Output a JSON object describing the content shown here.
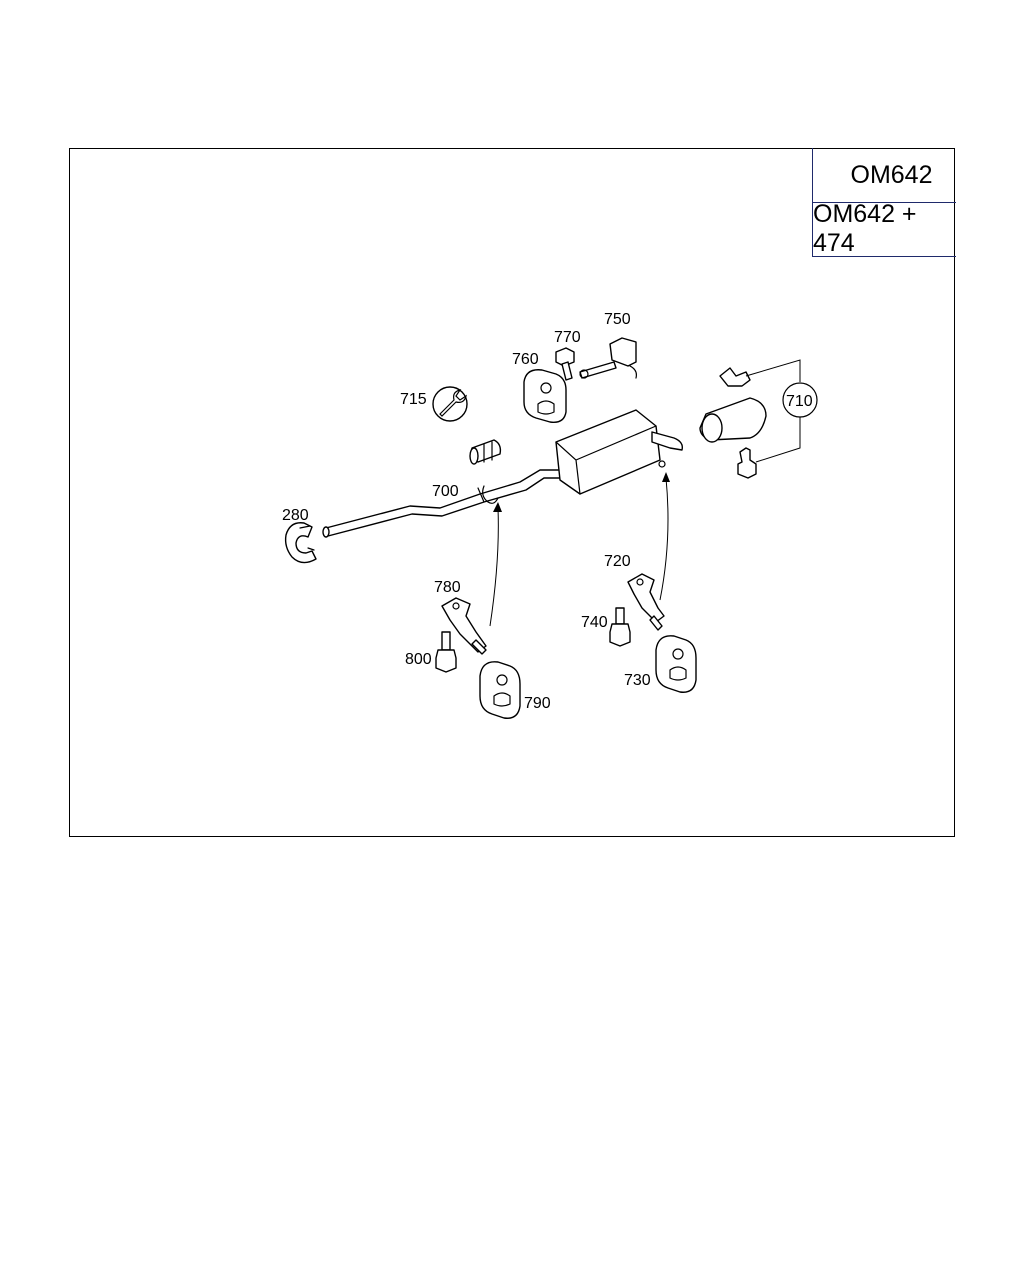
{
  "engine_variants": {
    "primary": "OM642",
    "secondary": "OM642 + 474"
  },
  "callouts": {
    "c280": "280",
    "c700": "700",
    "c710": "710",
    "c715": "715",
    "c720": "720",
    "c730": "730",
    "c740": "740",
    "c750": "750",
    "c760": "760",
    "c770": "770",
    "c780": "780",
    "c790": "790",
    "c800": "800"
  }
}
